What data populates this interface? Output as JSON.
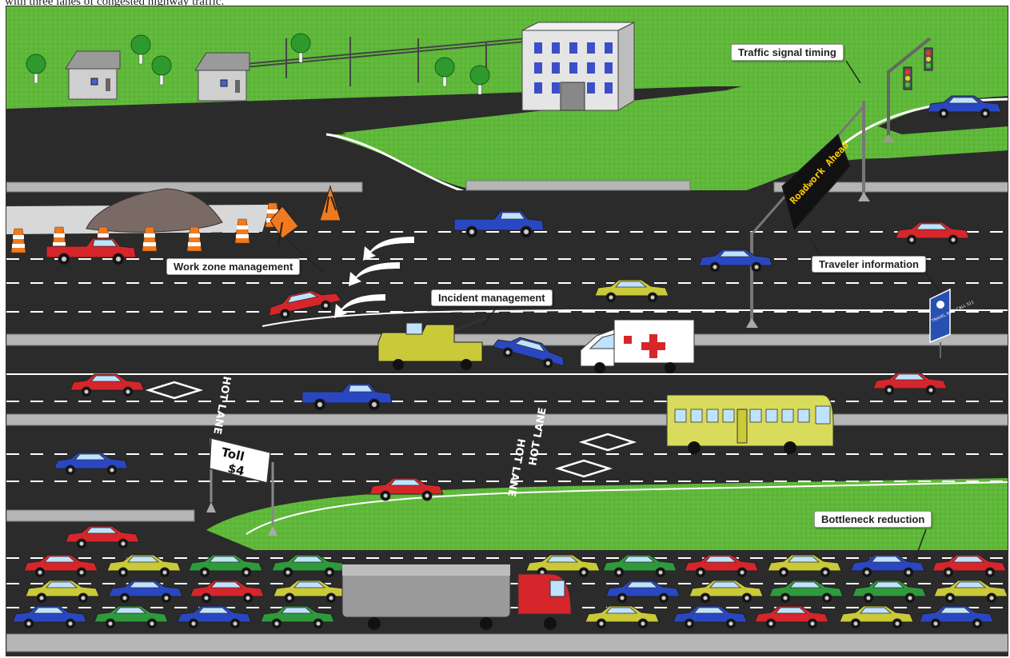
{
  "caption": "with three lanes of congested highway traffic.",
  "callouts": {
    "traffic_signal": "Traffic signal timing",
    "work_zone": "Work zone management",
    "traveler_info": "Traveler information",
    "incident": "Incident management",
    "bottleneck": "Bottleneck reduction"
  },
  "signs": {
    "vms": "Roadwork Ahead",
    "toll_line1": "Toll",
    "toll_line2": "$4",
    "hot_lane_1": "HOT LANE",
    "hot_lane_2": "HOT LANE",
    "hot_lane_3": "HOT LANE",
    "travel_info": "TRAVEL INFO CALL 511"
  },
  "colors": {
    "grass": "#5fb83a",
    "asphalt": "#2b2b2b",
    "barrier": "#b5b5b5",
    "car_red": "#d6262b",
    "car_blue": "#2a47c2",
    "car_yellow": "#c9c93a",
    "car_green": "#2f9a3c"
  }
}
